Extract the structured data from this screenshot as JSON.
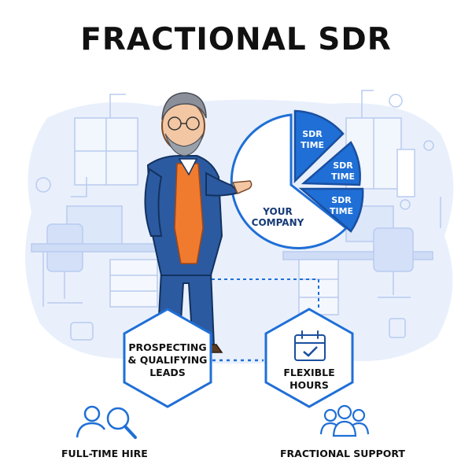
{
  "title": "FRACTIONAL SDR",
  "pie": {
    "company_label_line1": "YOUR",
    "company_label_line2": "COMPANY",
    "slices": [
      {
        "line1": "SDR",
        "line2": "TIME"
      },
      {
        "line1": "SDR",
        "line2": "TIME"
      },
      {
        "line1": "SDR",
        "line2": "TIME"
      }
    ]
  },
  "nodes": {
    "prospecting": {
      "line1": "PROSPECTING",
      "line2": "& QUALIFYING",
      "line3": "LEADS"
    },
    "flexible": {
      "line1": "FLEXIBLE",
      "line2": "HOURS"
    }
  },
  "bottom": {
    "full_time": "FULL-TIME HIRE",
    "fractional": "FRACTIONAL SUPPORT"
  },
  "icons": {
    "full_time": "person-magnifier-icon",
    "fractional": "team-icon",
    "calendar": "calendar-check-icon"
  },
  "colors": {
    "primary": "#1f6fd6",
    "outline": "#1a4fa0",
    "suit": "#2c5aa0",
    "sweater": "#f07b2f",
    "background_wash": "#e6eefb"
  }
}
